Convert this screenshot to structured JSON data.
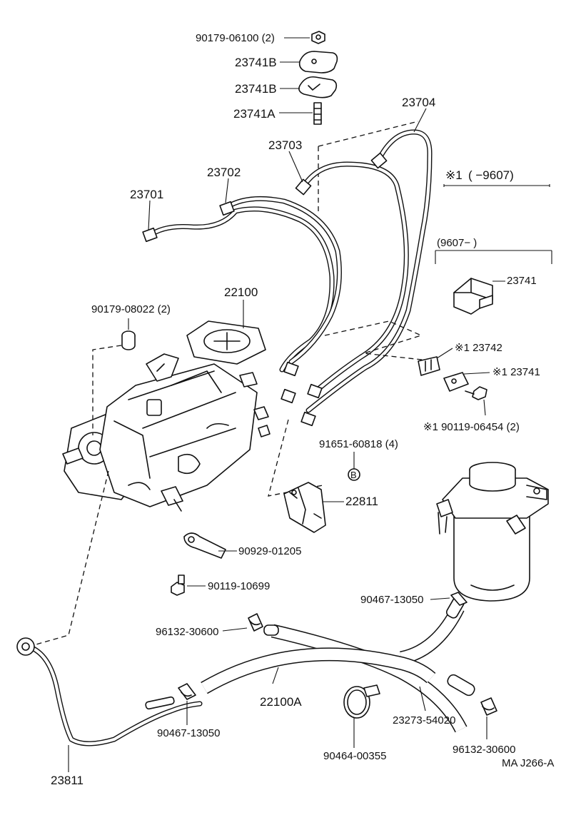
{
  "labels": {
    "nut_90179_06100": "90179-06100 (2)",
    "clamp_23741B_top": "23741B",
    "clamp_23741B_bottom": "23741B",
    "stud_23741A": "23741A",
    "pipe_23704": "23704",
    "pipe_23703": "23703",
    "pipe_23702": "23702",
    "pipe_23701": "23701",
    "pump_22100": "22100",
    "nut_90179_08022": "90179-08022 (2)",
    "clamp_23741": "23741",
    "clamp_23742_marked": "※1 23742",
    "clamp_23741_marked": "※1 23741",
    "bolt_90119_06454": "※1 90119-06454 (2)",
    "bolt_91651_60818": "91651-60818 (4)",
    "bracket_22811": "22811",
    "clamp_90929_01205": "90929-01205",
    "bolt_90119_10699": "90119-10699",
    "clip_90467_13050_right": "90467-13050",
    "clip_96132_30600_left": "96132-30600",
    "hose_22100A": "22100A",
    "hose_23273_54020": "23273-54020",
    "clip_90467_13050_left": "90467-13050",
    "clip_96132_30600_right": "96132-30600",
    "band_90464_00355": "90464-00355",
    "pipe_23811": "23811",
    "figure_code": "MA J266-A",
    "bolt_symbol": "B"
  },
  "variants": {
    "early_marker": "※1",
    "early_range": "( −9607)",
    "late_range": "(9607− )"
  },
  "icons": {
    "nut": "hex-nut-icon",
    "bolt": "bolt-icon",
    "clamp": "pipe-clamp-icon",
    "band": "hose-band-icon"
  },
  "colors": {
    "line": "#111111",
    "background": "#ffffff"
  }
}
